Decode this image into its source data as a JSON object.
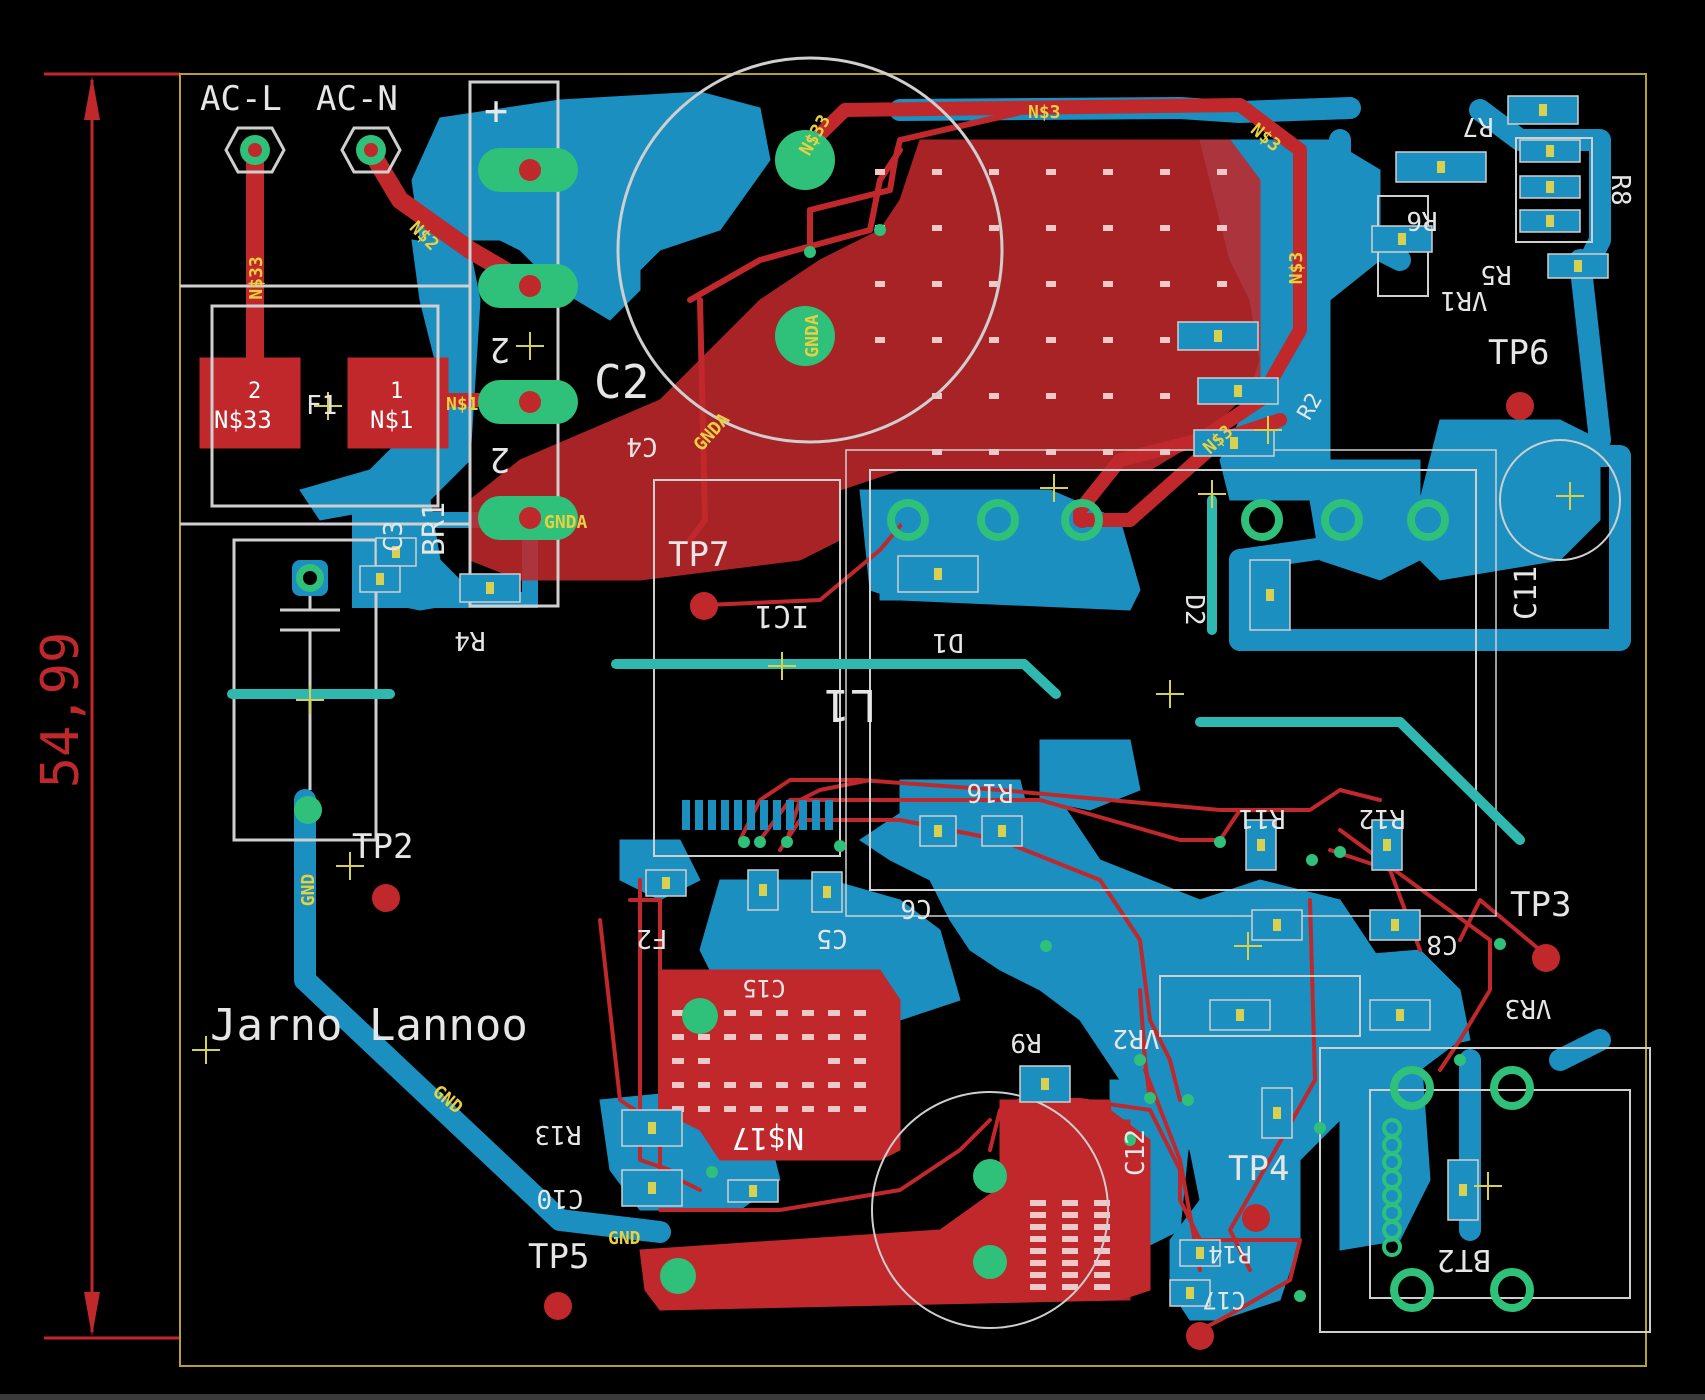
{
  "editor": {
    "dimension_value": "54,99",
    "designer_text": "Jarno Lannoo"
  },
  "board": {
    "connectors": {
      "ac_live_label": "AC-L",
      "ac_neutral_label": "AC-N"
    },
    "terminal": {
      "plus_label": "+",
      "two_upper_label": "2",
      "two_lower_label": "2"
    },
    "components": {
      "fuse": {
        "name": "F1",
        "pad2_number": "2",
        "pad2_net": "N$33",
        "pad1_number": "1",
        "pad1_net": "N$1"
      },
      "cap_c2": "C2",
      "cap_c4": "C4",
      "cap_c5": "C5",
      "cap_c6": "C6",
      "cap_c8": "C8",
      "cap_c10": "C10",
      "cap_c11": "C11",
      "cap_c12": "C12",
      "cap_c15": "C15",
      "cap_c17": "C17",
      "cap_c3": "C3",
      "res_r2": "R2",
      "res_r4": "R4",
      "res_r5": "R5",
      "res_r6": "R6",
      "res_r7": "R7",
      "res_r8": "R8",
      "res_r9": "R9",
      "res_r11": "R11",
      "res_r12": "R12",
      "res_r13": "R13",
      "res_r14": "R14",
      "res_r16": "R16",
      "diode_d1": "D1",
      "diode_d2": "D2",
      "ic_u1": "IC1",
      "inductor_l1": "L1",
      "bridge_br1": "BR1",
      "vr1": "VR1",
      "vr2": "VR2",
      "vr3": "VR3",
      "bt2": "BT2",
      "f2": "F2"
    },
    "testpoints": {
      "tp2": "TP2",
      "tp3": "TP3",
      "tp4": "TP4",
      "tp5": "TP5",
      "tp6": "TP6",
      "tp7": "TP7"
    },
    "nets": {
      "n33": "N$33",
      "n2": "N$2",
      "n1": "N$1",
      "n3": "N$3",
      "n17": "N$17",
      "gnda": "GNDA",
      "gnd": "GND"
    }
  },
  "colors": {
    "background": "#000000",
    "editor_bg": "#2a2a2a",
    "top_copper": "#c0282c",
    "bottom_copper": "#1a8fc0",
    "via": "#2fc07a",
    "silkscreen": "#cfcfcf",
    "board_outline": "#b8a030",
    "dimension": "#c0282c",
    "net_label": "#e8d040",
    "airwire": "#2fb8b0"
  }
}
